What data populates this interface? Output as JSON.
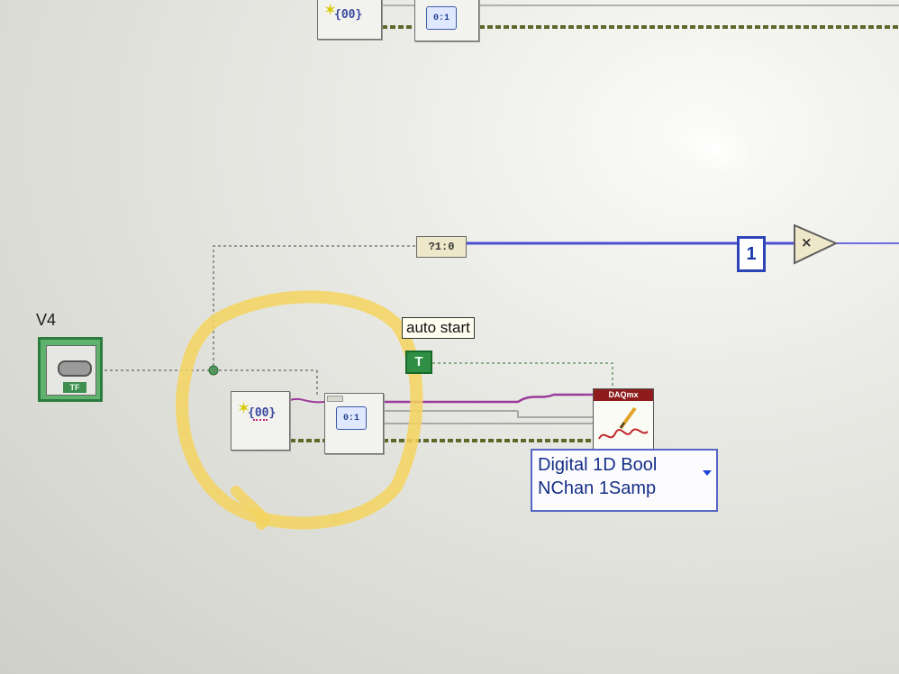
{
  "window": {
    "title": ""
  },
  "diagram": {
    "control_label": "V4",
    "control_tf_badge": "TF",
    "bool_constant_label": "auto start",
    "bool_constant_value": "T",
    "create_channel_glyph": "{00}",
    "digital_vi_label": "0:1",
    "top_digital_vi_label": "0:1",
    "top_create_glyph": "{00}",
    "to_u8_label": "?1:0",
    "int_constant_value": "1",
    "multiply_symbol": "×",
    "daqmx_header": "DAQmx",
    "polymorphic_selector": {
      "line1": "Digital 1D Bool",
      "line2": "NChan 1Samp"
    }
  },
  "colors": {
    "highlight": "#f4d35e",
    "wire_numeric": "#4b4fd0",
    "wire_task": "#5b6a2a",
    "wire_channel": "#9a3a9a",
    "wire_bool": "#3e8e50"
  },
  "icons": [
    "boolean-control-icon",
    "create-channel-icon",
    "digital-line-icon",
    "to-u8-icon",
    "multiply-icon",
    "daqmx-write-icon",
    "dropdown-arrow-icon"
  ]
}
